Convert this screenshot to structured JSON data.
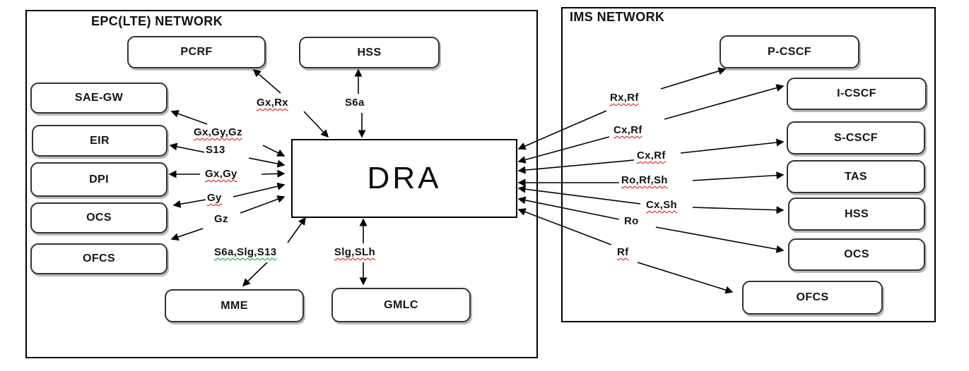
{
  "dra": {
    "label": "DRA"
  },
  "epc": {
    "title": "EPC(LTE) NETWORK",
    "nodes": [
      {
        "id": "pcrf",
        "label": "PCRF"
      },
      {
        "id": "hss",
        "label": "HSS"
      },
      {
        "id": "sae-gw",
        "label": "SAE-GW"
      },
      {
        "id": "eir",
        "label": "EIR"
      },
      {
        "id": "dpi",
        "label": "DPI"
      },
      {
        "id": "ocs",
        "label": "OCS"
      },
      {
        "id": "ofcs",
        "label": "OFCS"
      },
      {
        "id": "mme",
        "label": "MME"
      },
      {
        "id": "gmlc",
        "label": "GMLC"
      }
    ],
    "edge_labels": [
      {
        "text": "Gx,Rx",
        "underline": "red",
        "connects": "DRA - PCRF"
      },
      {
        "text": "S6a",
        "underline": "none",
        "connects": "DRA - HSS"
      },
      {
        "text": "Gx,Gy,Gz",
        "underline": "red",
        "connects": "DRA - SAE-GW"
      },
      {
        "text": "S13",
        "underline": "none",
        "connects": "DRA - EIR"
      },
      {
        "text": "Gx,Gy",
        "underline": "red",
        "connects": "DRA - DPI"
      },
      {
        "text": "Gy",
        "underline": "red",
        "connects": "DRA - OCS"
      },
      {
        "text": "Gz",
        "underline": "none",
        "connects": "DRA - OFCS"
      },
      {
        "text": "S6a,Slg,S13",
        "underline": "green",
        "connects": "DRA - MME"
      },
      {
        "text": "Slg,SLh",
        "underline": "red",
        "connects": "DRA - GMLC"
      }
    ]
  },
  "ims": {
    "title": "IMS NETWORK",
    "nodes": [
      {
        "id": "p-cscf",
        "label": "P-CSCF"
      },
      {
        "id": "i-cscf",
        "label": "I-CSCF"
      },
      {
        "id": "s-cscf",
        "label": "S-CSCF"
      },
      {
        "id": "tas",
        "label": "TAS"
      },
      {
        "id": "hss",
        "label": "HSS"
      },
      {
        "id": "ocs",
        "label": "OCS"
      },
      {
        "id": "ofcs",
        "label": "OFCS"
      }
    ],
    "edge_labels": [
      {
        "text": "Rx,Rf",
        "underline": "red",
        "connects": "DRA - P-CSCF"
      },
      {
        "text": "Cx,Rf",
        "underline": "red",
        "connects": "DRA - I-CSCF"
      },
      {
        "text": "Cx,Rf",
        "underline": "red",
        "connects": "DRA - S-CSCF"
      },
      {
        "text": "Ro,Rf,Sh",
        "underline": "red",
        "connects": "DRA - TAS"
      },
      {
        "text": "Cx,Sh",
        "underline": "red",
        "connects": "DRA - HSS"
      },
      {
        "text": "Ro",
        "underline": "none",
        "connects": "DRA - OCS"
      },
      {
        "text": "Rf",
        "underline": "red",
        "connects": "DRA - OFCS"
      }
    ]
  },
  "colors": {
    "line": "#000000",
    "box_border": "#333333",
    "text": "#141414",
    "spellcheck_underline": "#e00000",
    "grammar_underline": "#009a2a",
    "background": "#ffffff"
  },
  "arrows": {
    "segments": [
      [
        397,
        132,
        359,
        99
      ],
      [
        430,
        158,
        464,
        194
      ],
      [
        507,
        133,
        507,
        99
      ],
      [
        512,
        160,
        512,
        194
      ],
      [
        293,
        176,
        243,
        158
      ],
      [
        372,
        206,
        402,
        221
      ],
      [
        290,
        216,
        241,
        206
      ],
      [
        352,
        224,
        402,
        234
      ],
      [
        283,
        247,
        240,
        247
      ],
      [
        370,
        247,
        402,
        246
      ],
      [
        303,
        281,
        246,
        291
      ],
      [
        330,
        279,
        402,
        262
      ],
      [
        287,
        324,
        243,
        339
      ],
      [
        340,
        302,
        402,
        279
      ],
      [
        378,
        372,
        344,
        405
      ],
      [
        407,
        344,
        432,
        309
      ],
      [
        514,
        345,
        514,
        311
      ],
      [
        514,
        372,
        514,
        403
      ],
      [
        858,
        157,
        734,
        211
      ],
      [
        935,
        126,
        1026,
        98
      ],
      [
        862,
        194,
        734,
        229
      ],
      [
        940,
        169,
        1108,
        122
      ],
      [
        897,
        227,
        734,
        242
      ],
      [
        963,
        217,
        1108,
        201
      ],
      [
        876,
        259,
        734,
        259
      ],
      [
        980,
        256,
        1108,
        248
      ],
      [
        906,
        289,
        734,
        267
      ],
      [
        980,
        294,
        1108,
        298
      ],
      [
        876,
        311,
        734,
        282
      ],
      [
        928,
        322,
        1108,
        355
      ],
      [
        865,
        347,
        734,
        297
      ],
      [
        902,
        372,
        1036,
        414
      ]
    ]
  }
}
